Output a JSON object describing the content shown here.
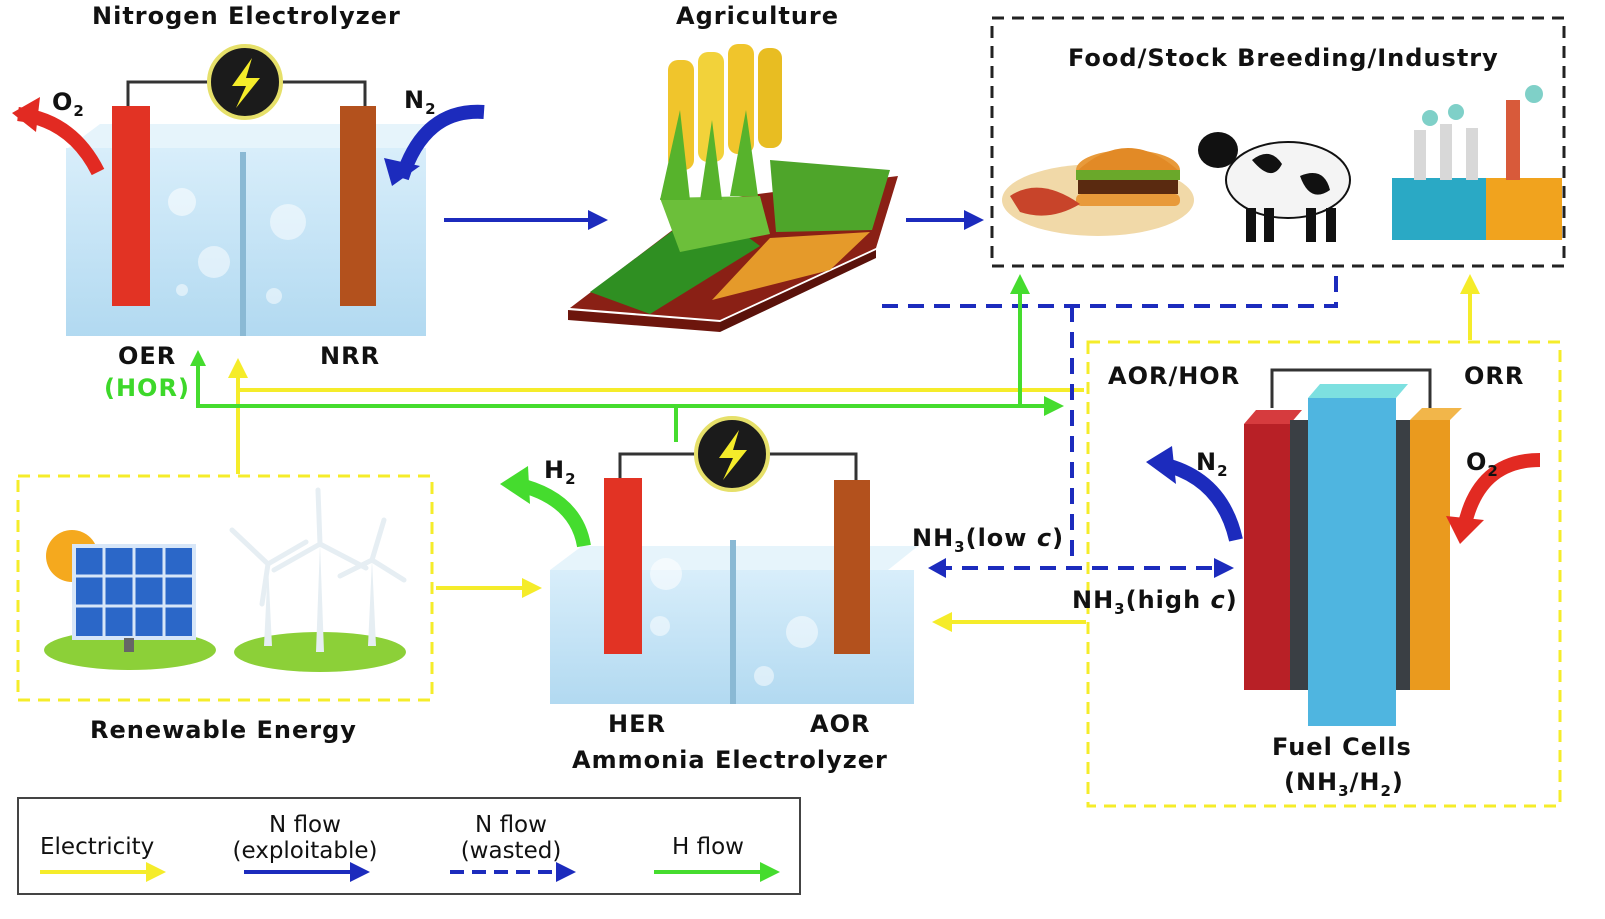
{
  "titles": {
    "nitrogen_electrolyzer": "Nitrogen Electrolyzer",
    "agriculture": "Agriculture",
    "food_box": "Food/Stock Breeding/Industry",
    "renewable_energy": "Renewable Energy",
    "ammonia_electrolyzer": "Ammonia Electrolyzer",
    "fuel_cells_line1": "Fuel Cells",
    "fuel_cells_line2": {
      "pre": "(NH",
      "sub1": "3",
      "mid": "/H",
      "sub2": "2",
      "post": ")"
    }
  },
  "electrode_labels": {
    "oer": "OER",
    "hor_green": "(HOR)",
    "nrr": "NRR",
    "her": "HER",
    "aor": "AOR",
    "aor_hor": "AOR/HOR",
    "orr": "ORR"
  },
  "gases": {
    "o2_left": {
      "base": "O",
      "sub": "2"
    },
    "n2_top": {
      "base": "N",
      "sub": "2"
    },
    "h2": {
      "base": "H",
      "sub": "2"
    },
    "n2_fuel": {
      "base": "N",
      "sub": "2"
    },
    "o2_fuel": {
      "base": "O",
      "sub": "2"
    }
  },
  "nh3_labels": {
    "low": {
      "pre": "NH",
      "sub": "3",
      "post": "(low ",
      "ital": "c",
      "end": ")"
    },
    "high": {
      "pre": "NH",
      "sub": "3",
      "post": "(high ",
      "ital": "c",
      "end": ")"
    }
  },
  "legend": {
    "electricity": "Electricity",
    "n_exploitable_1": "N flow",
    "n_exploitable_2": "(exploitable)",
    "n_wasted_1": "N flow",
    "n_wasted_2": "(wasted)",
    "h_flow": "H flow"
  },
  "colors": {
    "electricity": "#f5ec2a",
    "n_flow": "#1c2bbd",
    "h_flow": "#45dc2e",
    "water": "#bfe2f5",
    "electrode_red": "#e23324",
    "electrode_brown": "#b3511d"
  }
}
